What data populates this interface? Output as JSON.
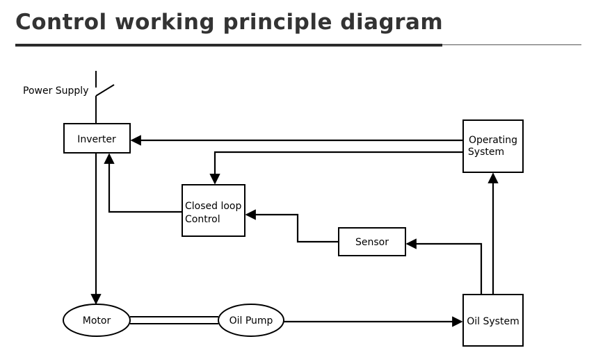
{
  "title": "Control working principle diagram",
  "nodes": {
    "power_supply": "Power Supply",
    "inverter": "Inverter",
    "operating_system": [
      "Operating",
      "System"
    ],
    "closed_loop": [
      "Closed loop",
      "Control"
    ],
    "sensor": "Sensor",
    "motor": "Motor",
    "oil_pump": "Oil Pump",
    "oil_system": "Oil System"
  }
}
